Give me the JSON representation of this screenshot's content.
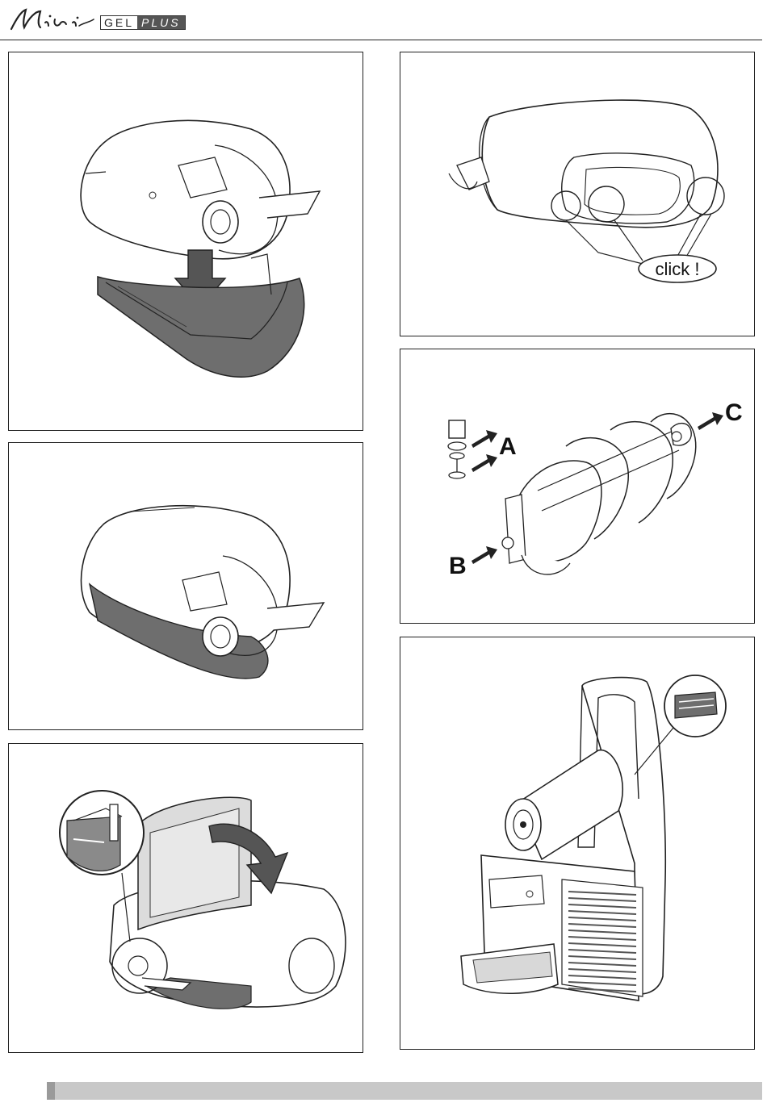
{
  "header": {
    "brand_script": "Mini",
    "brand_gel": "GEL",
    "brand_plus": "PLUS"
  },
  "panels": {
    "click_callout": "click !",
    "label_a": "A",
    "label_b": "B",
    "label_c": "C"
  },
  "icons": {
    "down_arrow": "down-arrow-icon",
    "curved_arrow": "curved-arrow-icon",
    "pointer_arrow": "pointer-arrow-icon",
    "magnifier_circle": "magnifier-circle-icon"
  }
}
